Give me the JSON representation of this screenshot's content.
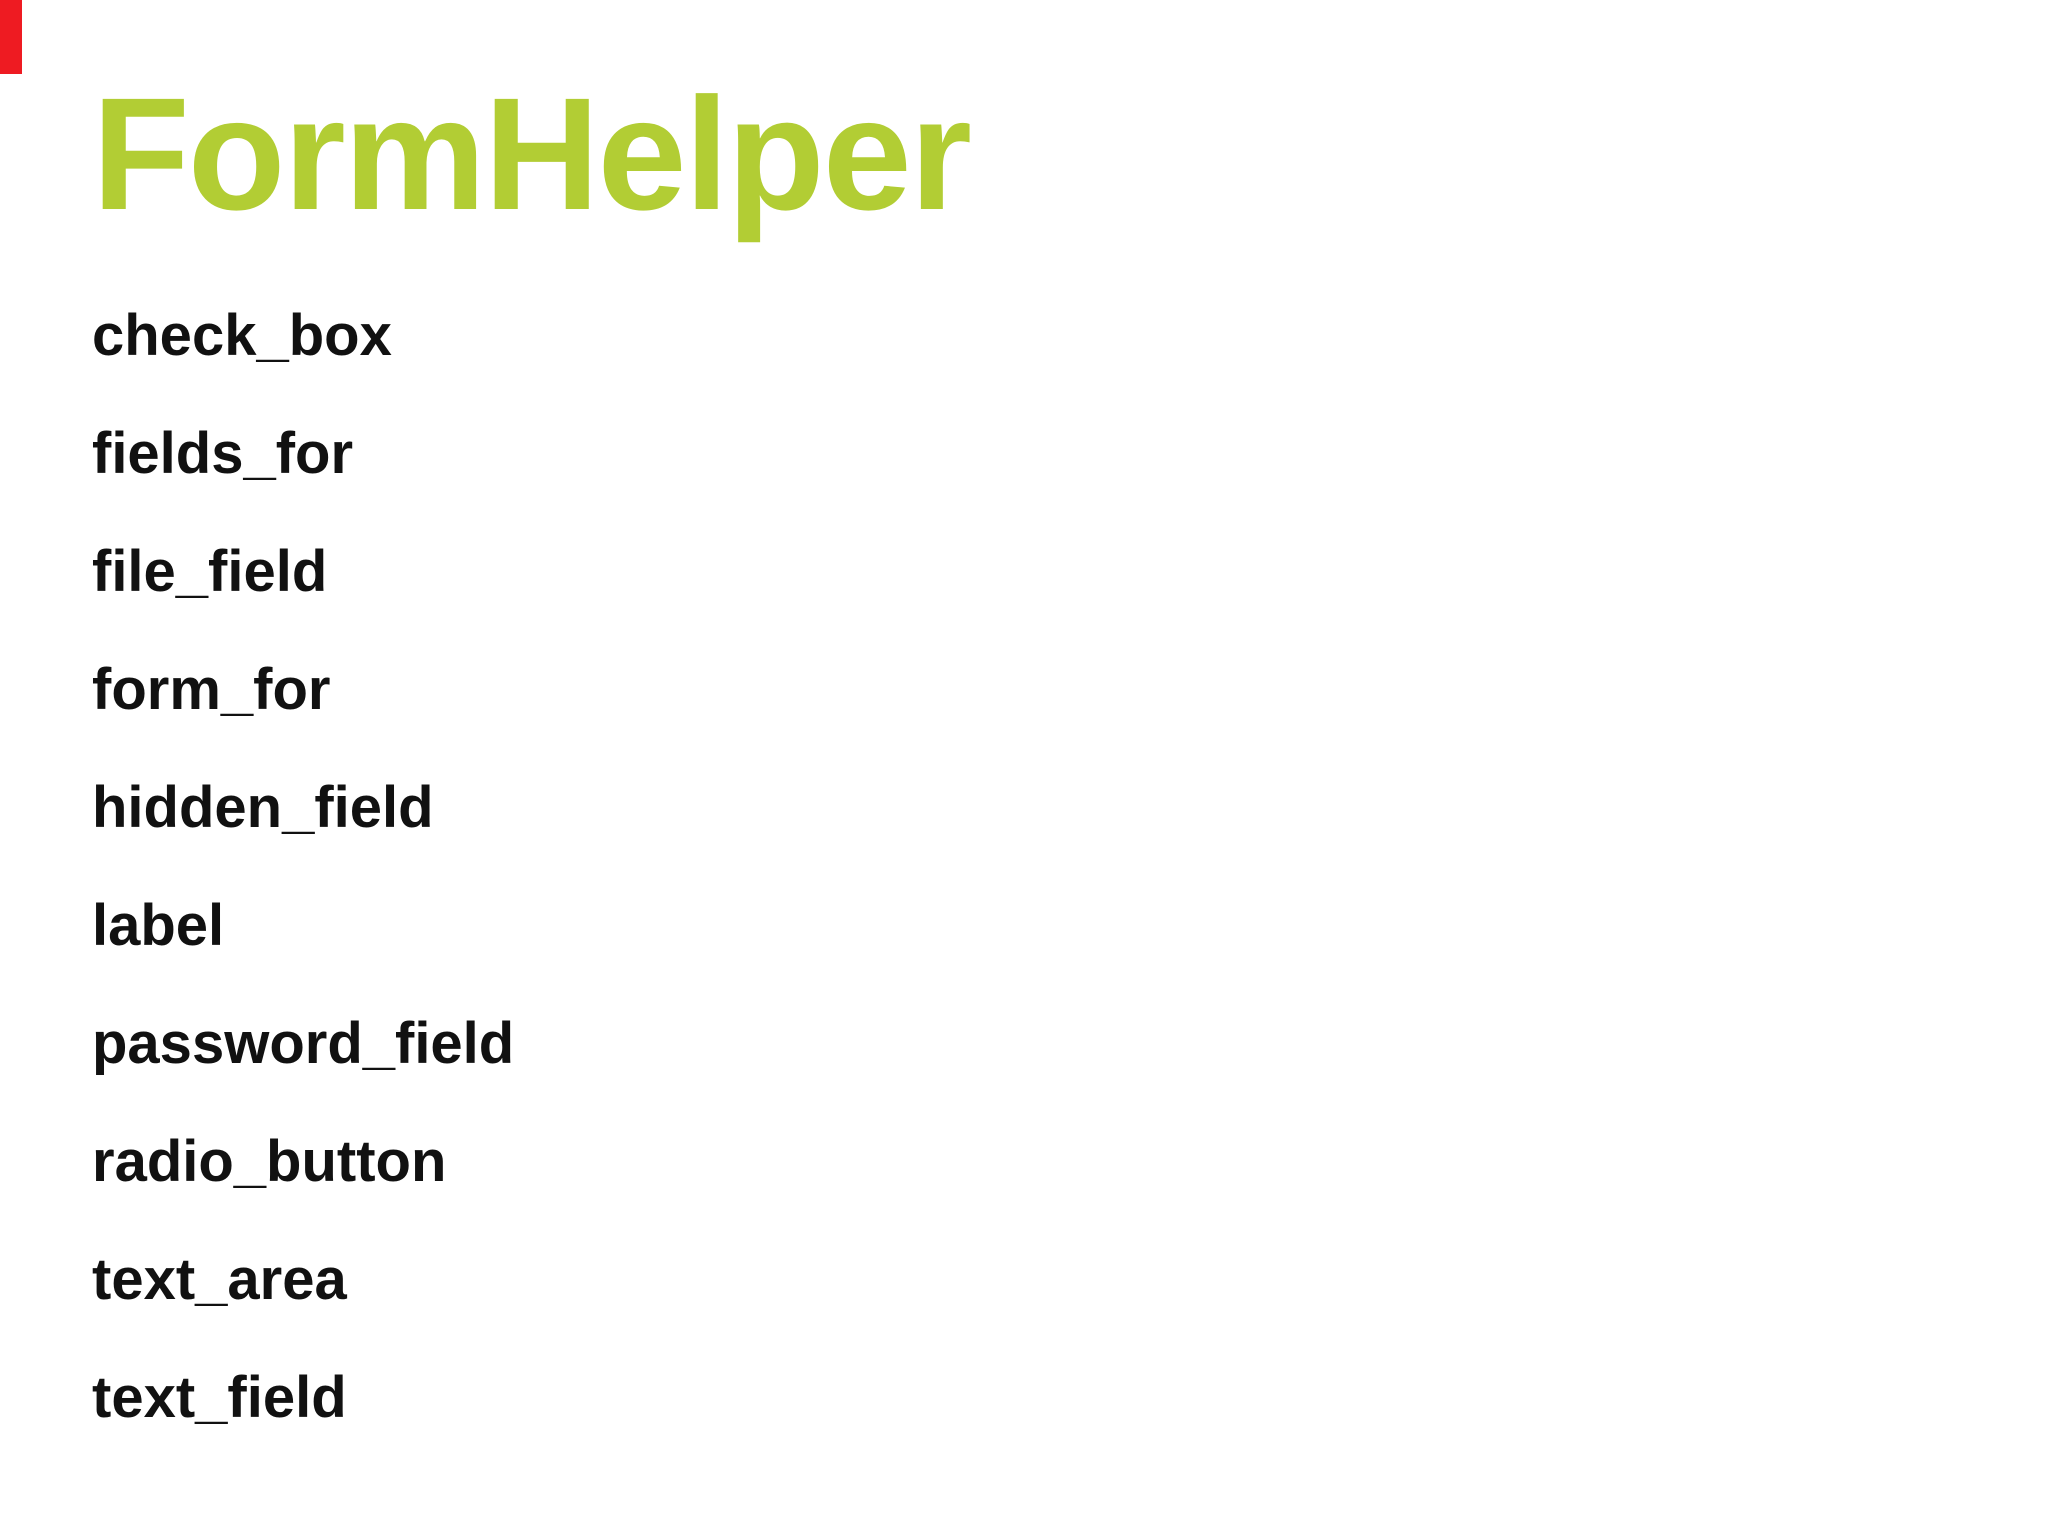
{
  "slide": {
    "title": "FormHelper",
    "colors": {
      "background": "#ffffff",
      "title_green": "#b2cd34",
      "list_text": "#111111",
      "accent_bar_red": "#ee1b22"
    },
    "items": [
      "check_box",
      "fields_for",
      "file_field",
      "form_for",
      "hidden_field",
      "label",
      "password_field",
      "radio_button",
      "text_area",
      "text_field"
    ]
  }
}
